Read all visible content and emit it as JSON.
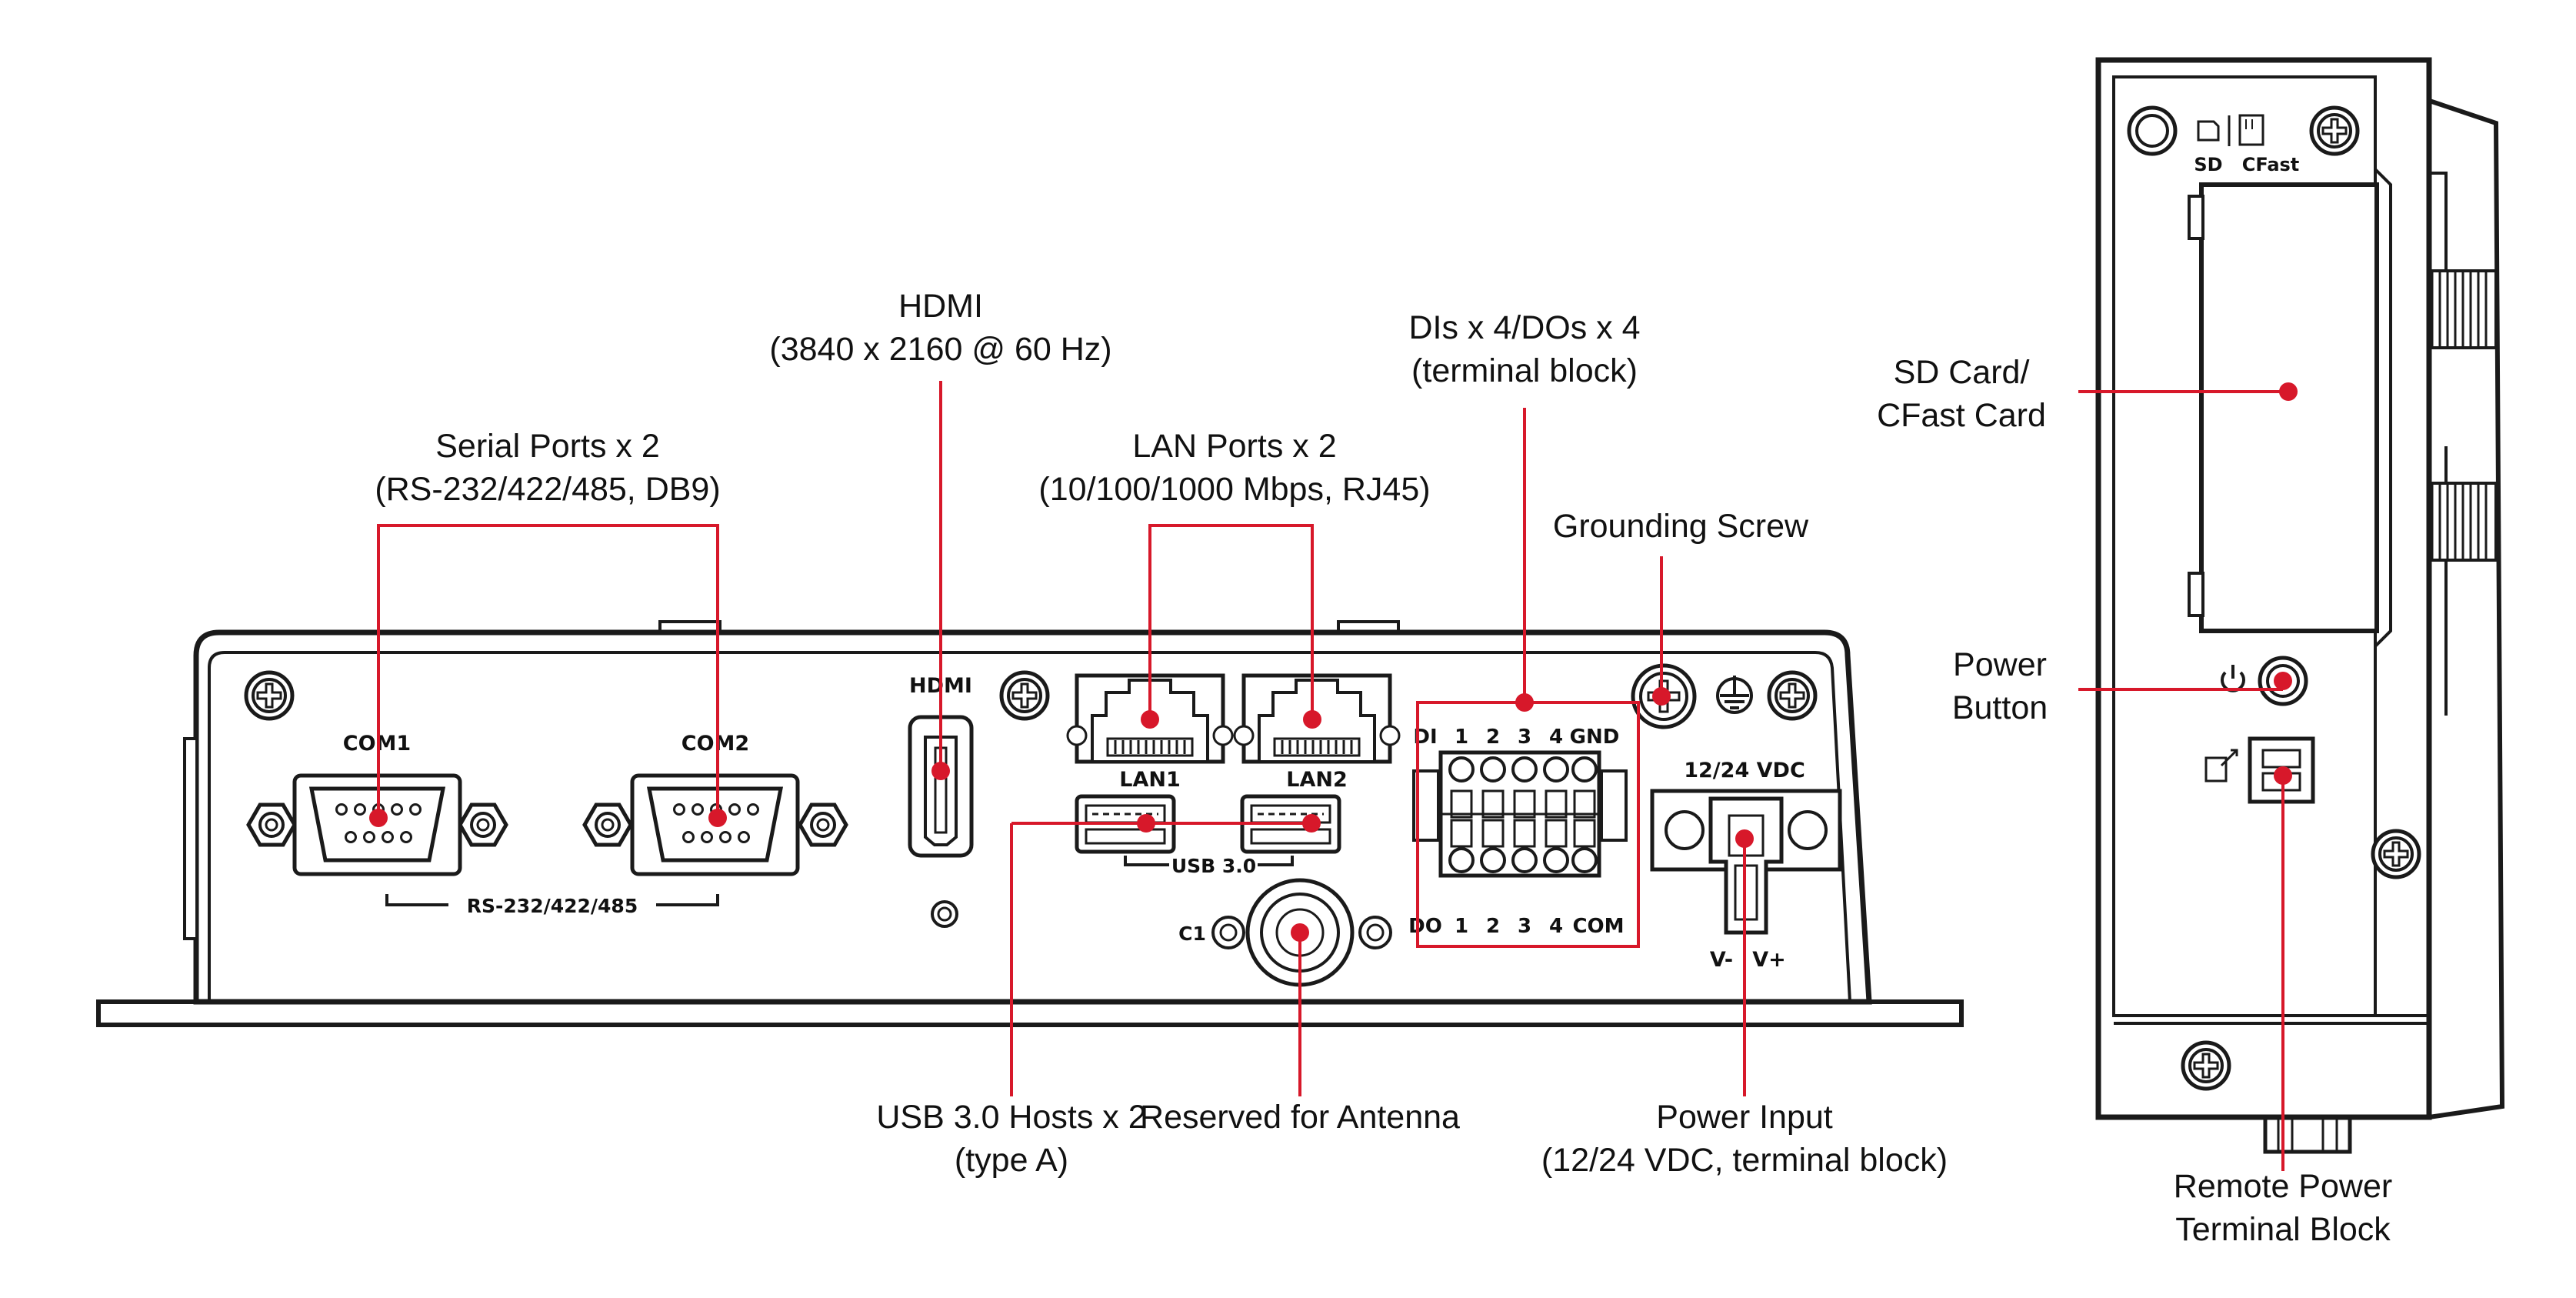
{
  "callouts": {
    "serial": {
      "line1": "Serial Ports x 2",
      "line2": "(RS-232/422/485, DB9)"
    },
    "hdmi": {
      "line1": "HDMI",
      "line2": "(3840 x 2160 @ 60 Hz)"
    },
    "lan": {
      "line1": "LAN Ports x 2",
      "line2": "(10/100/1000 Mbps, RJ45)"
    },
    "dio": {
      "line1": "DIs x 4/DOs x 4",
      "line2": "(terminal block)"
    },
    "ground": {
      "line1": "Grounding Screw"
    },
    "usb": {
      "line1": "USB 3.0 Hosts x 2",
      "line2": "(type A)"
    },
    "antenna": {
      "line1": "Reserved for Antenna"
    },
    "power": {
      "line1": "Power Input",
      "line2": "(12/24 VDC, terminal block)"
    },
    "sdcard": {
      "line1": "SD Card/",
      "line2": "CFast Card"
    },
    "powerbtn": {
      "line1": "Power",
      "line2": "Button"
    },
    "remote": {
      "line1": "Remote Power",
      "line2": "Terminal Block"
    }
  },
  "panel_labels": {
    "com1": "COM1",
    "com2": "COM2",
    "rs": "RS-232/422/485",
    "hdmi": "HDMI",
    "lan1": "LAN1",
    "lan2": "LAN2",
    "usb": "USB 3.0",
    "c1": "C1",
    "di": "DI",
    "di_nums": [
      "1",
      "2",
      "3",
      "4"
    ],
    "gnd": "GND",
    "do": "DO",
    "do_nums": [
      "1",
      "2",
      "3",
      "4"
    ],
    "com": "COM",
    "vdc": "12/24 VDC",
    "vminus": "V-",
    "vplus": "V+",
    "sd": "SD",
    "cfast": "CFast"
  },
  "colors": {
    "accent": "#d7182a",
    "outline": "#1a1a1a"
  }
}
